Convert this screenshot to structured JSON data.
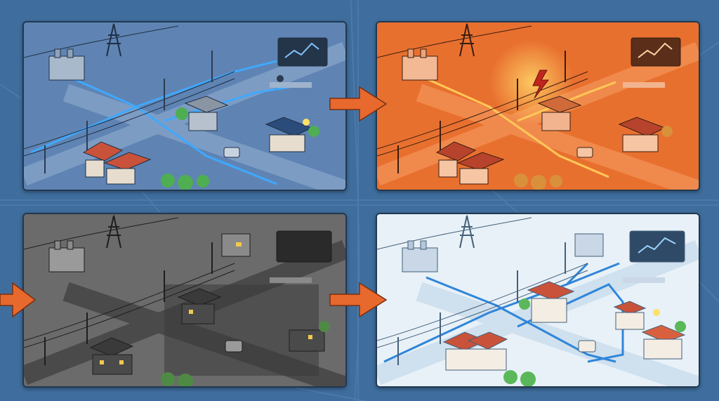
{
  "colors": {
    "background": "#3f6e9e",
    "normal_panel": "#5f84b3",
    "fault_panel": "#e8702f",
    "outage_panel": "#6b6b6b",
    "restored_panel": "#e8f1f8",
    "power_flow_blue": "#3fa9ff",
    "fault_glow": "#ffd166",
    "arrow_orange": "#e8692d",
    "roof_red": "#c9523a"
  },
  "panels": [
    {
      "state": "normal-operation",
      "icon": "power-grid-scene"
    },
    {
      "state": "fault-detected",
      "icon": "lightning-bolt-icon"
    },
    {
      "state": "outage",
      "icon": "dark-grid-scene"
    },
    {
      "state": "service-restored",
      "icon": "rerouted-power-scene"
    }
  ],
  "arrows": [
    {
      "icon": "right-arrow-icon",
      "from": "normal-operation",
      "to": "fault-detected"
    },
    {
      "icon": "right-arrow-icon",
      "from": "fault-detected",
      "to": "outage"
    },
    {
      "icon": "right-arrow-icon",
      "from": "outage",
      "to": "service-restored"
    }
  ]
}
